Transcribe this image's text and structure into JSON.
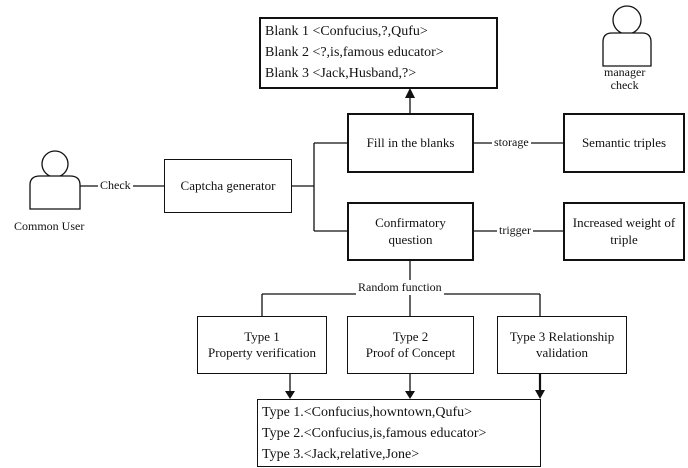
{
  "blanks_box": {
    "lines": [
      "Blank 1 <Confucius,?,Qufu>",
      "Blank 2 <?,is,famous educator>",
      "Blank 3 <Jack,Husband,?>"
    ]
  },
  "actors": {
    "common_user": "Common User",
    "manager_line1": "manager",
    "manager_line2": "check"
  },
  "edges": {
    "check": "Check",
    "storage": "storage",
    "trigger": "trigger",
    "random": "Random function"
  },
  "nodes": {
    "captcha_generator": "Captcha generator",
    "fill_blanks": "Fill in the blanks",
    "semantic_triples": "Semantic triples",
    "confirmatory_l1": "Confirmatory",
    "confirmatory_l2": "question",
    "increased_l1": "Increased weight of",
    "increased_l2": "triple",
    "type1_l1": "Type 1",
    "type1_l2": "Property verification",
    "type2_l1": "Type 2",
    "type2_l2": "Proof of Concept",
    "type3_l1": "Type 3 Relationship",
    "type3_l2": "validation"
  },
  "types_box": {
    "lines": [
      "Type 1.<Confucius,howntown,Qufu>",
      "Type 2.<Confucius,is,famous educator>",
      "Type 3.<Jack,relative,Jone>"
    ]
  }
}
